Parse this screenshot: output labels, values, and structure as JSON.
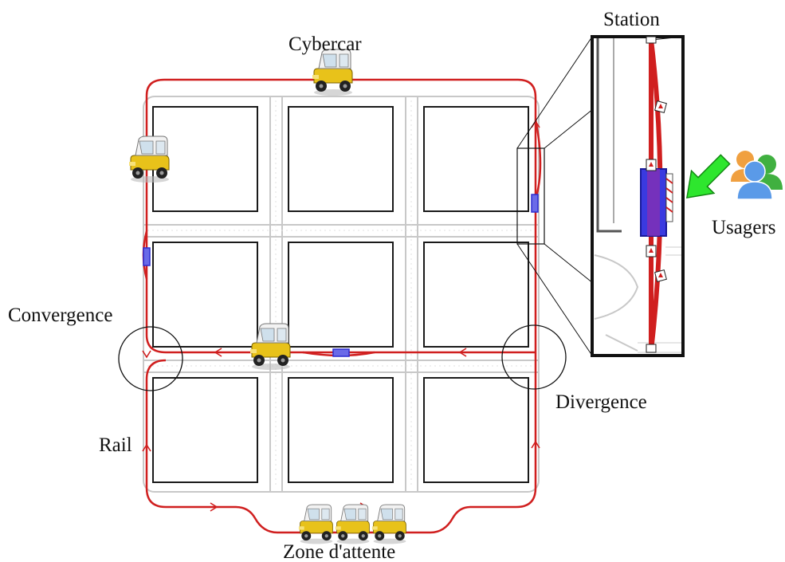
{
  "labels": {
    "cybercar": "Cybercar",
    "station": "Station",
    "usagers": "Usagers",
    "convergence": "Convergence",
    "divergence": "Divergence",
    "rail": "Rail",
    "zone_attente": "Zone d'attente"
  },
  "colors": {
    "rail": "#d01f1f",
    "station": "#2d2dd0",
    "arrow": "#22dd22",
    "building": "#1a1a1a",
    "road": "#c8c8c8",
    "cart_body": "#e8c21a"
  },
  "icons": [
    "cybercar-icon",
    "users-icon",
    "arrow-icon"
  ]
}
